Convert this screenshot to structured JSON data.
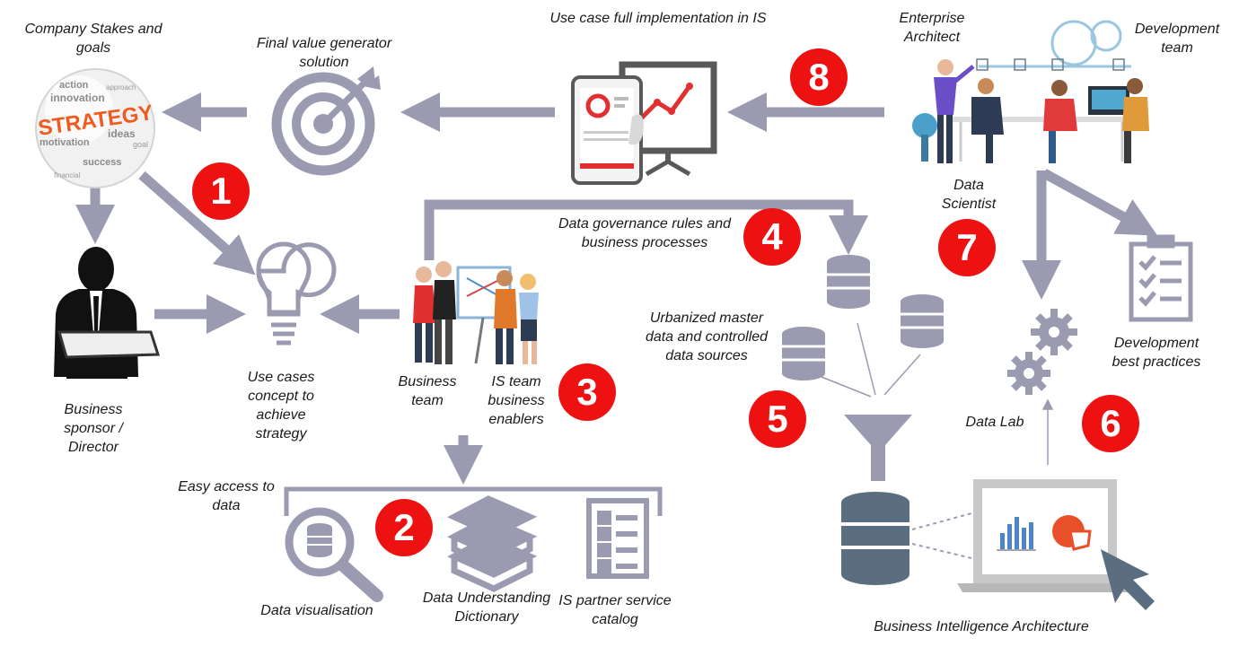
{
  "colors": {
    "arrow": "#9a9bb0",
    "icon": "#9a9bb0",
    "db": "#5b6d80",
    "badge": "#ee1111",
    "strategy_text": "#f05a1e"
  },
  "labels": {
    "company_stakes": "Company Stakes and goals",
    "final_value": "Final value generator solution",
    "use_case_impl": "Use case full implementation in IS",
    "enterprise_architect": "Enterprise Architect",
    "development_team": "Development team",
    "business_sponsor": "Business sponsor / Director",
    "use_cases_concept": "Use cases concept to achieve strategy",
    "business_team": "Business team",
    "is_team": "IS team business enablers",
    "data_governance": "Data governance rules and business processes",
    "data_scientist": "Data Scientist",
    "urbanized": "Urbanized master data and controlled data sources",
    "development_practices": "Development best practices",
    "data_lab": "Data Lab",
    "easy_access": "Easy access to data",
    "data_visualisation": "Data visualisation",
    "data_dictionary": "Data Understanding Dictionary",
    "is_partner": "IS partner service catalog",
    "bi_architecture": "Business Intelligence Architecture"
  },
  "strategy_words": {
    "main": "STRATEGY",
    "small": [
      "action",
      "innovation",
      "ideas",
      "motivation",
      "success",
      "goal",
      "financial",
      "approach"
    ]
  },
  "badges": [
    "1",
    "2",
    "3",
    "4",
    "5",
    "6",
    "7",
    "8"
  ]
}
